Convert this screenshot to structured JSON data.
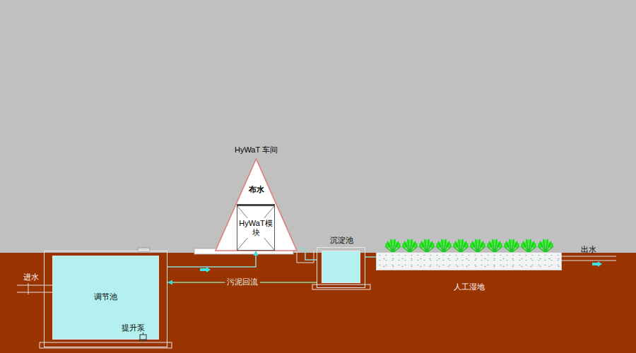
{
  "diagram": {
    "nodes": [
      {
        "text": [
          "调节池"
        ]
      },
      {
        "text": [
          "HyWaT 车间",
          "布水"
        ]
      },
      {
        "text": [
          "HyWaT模块"
        ],
        "in": 1
      },
      {
        "text": [
          "沉淀池"
        ]
      },
      {
        "text": [
          "人工湿地"
        ]
      }
    ],
    "edges": [
      {
        "from": 0,
        "to": 2,
        "arrow": "to"
      },
      {
        "from": 1,
        "to": 3,
        "arrow": "none"
      },
      {
        "from": 3,
        "to": 4,
        "arrow": "none"
      },
      {
        "from": 3,
        "to": 0,
        "label": "污泥回流",
        "arrow": "to"
      }
    ],
    "labels": [
      "进水",
      "提升泵",
      "出水"
    ]
  }
}
